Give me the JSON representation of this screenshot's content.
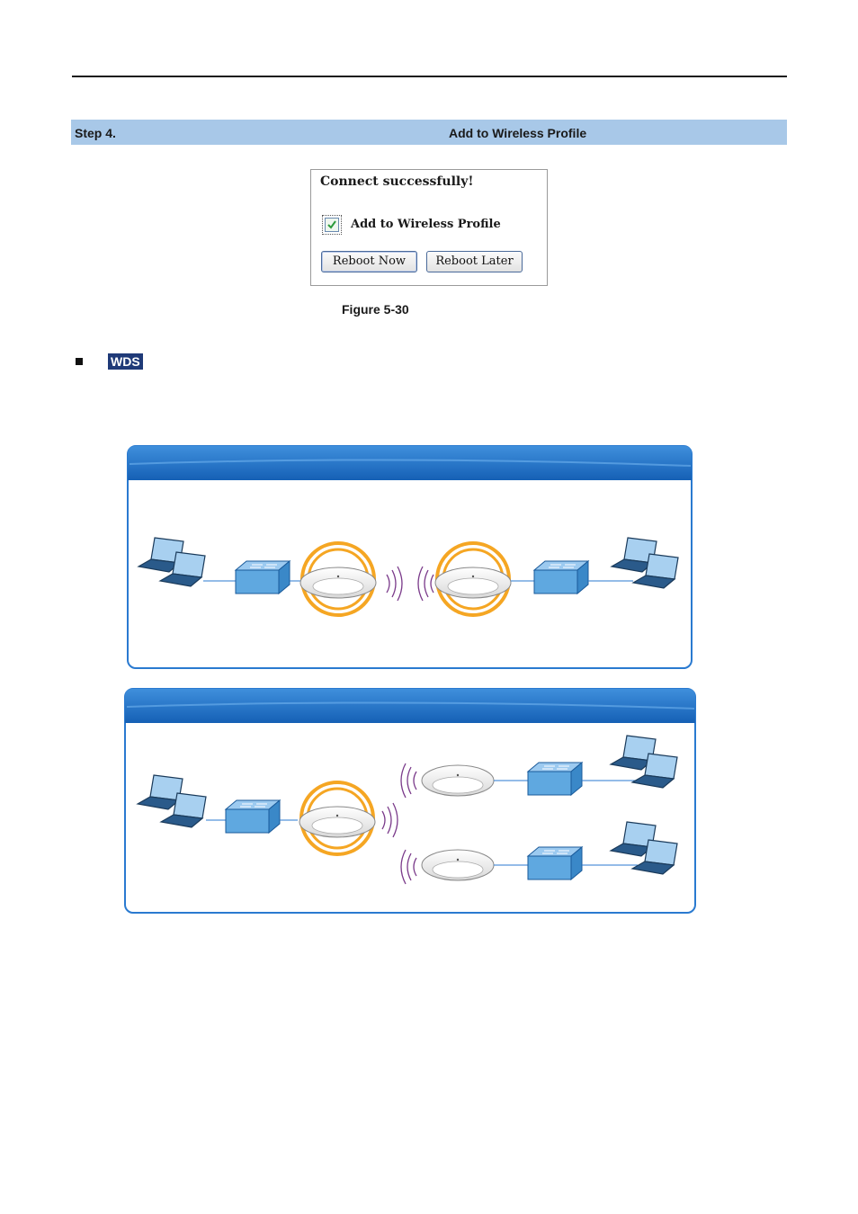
{
  "header": {
    "step_number": "Step 4.",
    "step_title": "Add to Wireless Profile"
  },
  "dialog": {
    "message": "Connect successfully!",
    "checkbox_label": "Add to Wireless Profile",
    "checkbox_checked": true,
    "reboot_now_label": "Reboot Now",
    "reboot_later_label": "Reboot Later"
  },
  "figure_caption": "Figure 5-30",
  "section": {
    "title": "WDS"
  },
  "diagrams": {
    "colors": {
      "header_blue": "#1a6cc4",
      "border_blue": "#2a7ad0",
      "ring_orange": "#f5a623",
      "wave_purple": "#7a3a8a",
      "switch_blue": "#5fa8e0"
    }
  }
}
